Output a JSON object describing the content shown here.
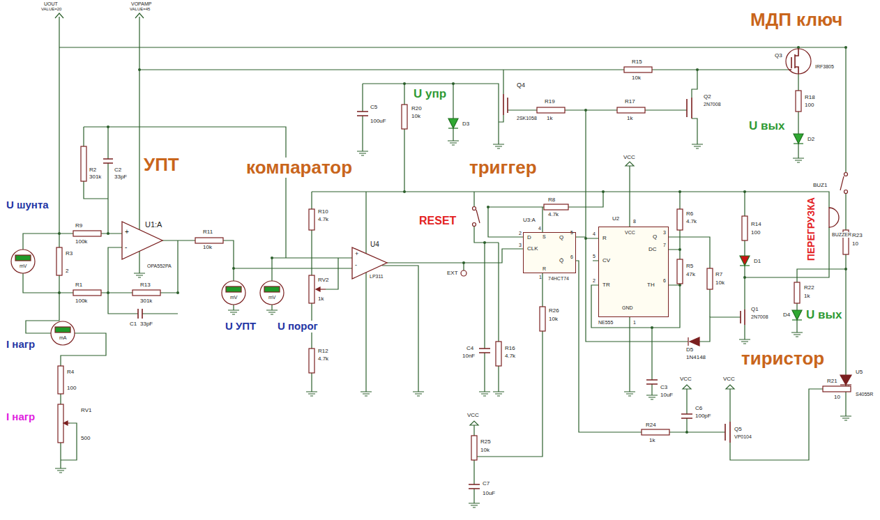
{
  "diagram": {
    "nodes": [
      {
        "text": [
          "U3:A",
          "D",
          "CLK",
          "Q",
          "Q̄",
          "S",
          "R",
          "2",
          "3",
          "5",
          "6",
          "4",
          "1",
          "74HCT74"
        ]
      },
      {
        "text": [
          "U2",
          "VCC",
          "8",
          "R",
          "4",
          "Q",
          "3",
          "DC",
          "7",
          "CV",
          "5",
          "TR",
          "2",
          "TH",
          "6",
          "GND",
          "1",
          "NE555"
        ]
      }
    ],
    "labels": [
      "UOUT",
      "VALUE=20",
      "VOPAMP",
      "VALUE=45",
      "МДП ключ",
      "УПТ",
      "компаратор",
      "триггер",
      "тиристор",
      "ПЕРЕГРУЗКА",
      "RESET",
      "U упр",
      "U вых",
      "U вых",
      "U шунта",
      "I нагр",
      "U УПТ",
      "U порог",
      "I нагр",
      "R9",
      "100k",
      "R3",
      "2",
      "R1",
      "100k",
      "R2",
      "301k",
      "C2",
      "33pF",
      "U1:A",
      "OPA552PA",
      "+",
      "-",
      "R13",
      "301k",
      "C1",
      "33pF",
      "R11",
      "10k",
      "R4",
      "100",
      "RV1",
      "500",
      "R10",
      "4.7k",
      "RV2",
      "1k",
      "R12",
      "4.7k",
      "U4",
      "LP311",
      "+",
      "-",
      "R20",
      "10k",
      "C5",
      "100uF",
      "D3",
      "Q4",
      "2SK1058",
      "R19",
      "1k",
      "R17",
      "1k",
      "Q2",
      "2N7008",
      "R15",
      "10k",
      "Q3",
      "IRF3805",
      "R18",
      "100",
      "D2",
      "R8",
      "4.7k",
      "EXT",
      "C4",
      "10nF",
      "R16",
      "4.7k",
      "R26",
      "10k",
      "VCC",
      "R25",
      "10k",
      "C7",
      "10uF",
      "VCC",
      "R6",
      "4.7k",
      "R5",
      "47k",
      "R7",
      "10k",
      "C3",
      "10uF",
      "D5",
      "1N4148",
      "R14",
      "100",
      "D1",
      "Q1",
      "2N7008",
      "BUZ1",
      "BUZZER",
      "R23",
      "10",
      "R22",
      "1k",
      "D4",
      "U5",
      "S4055R",
      "R21",
      "10",
      "VCC",
      "VCC",
      "C6",
      "100pF",
      "R24",
      "1k",
      "Q5",
      "VP0104",
      "mV",
      "mV",
      "mV",
      "mA"
    ]
  }
}
